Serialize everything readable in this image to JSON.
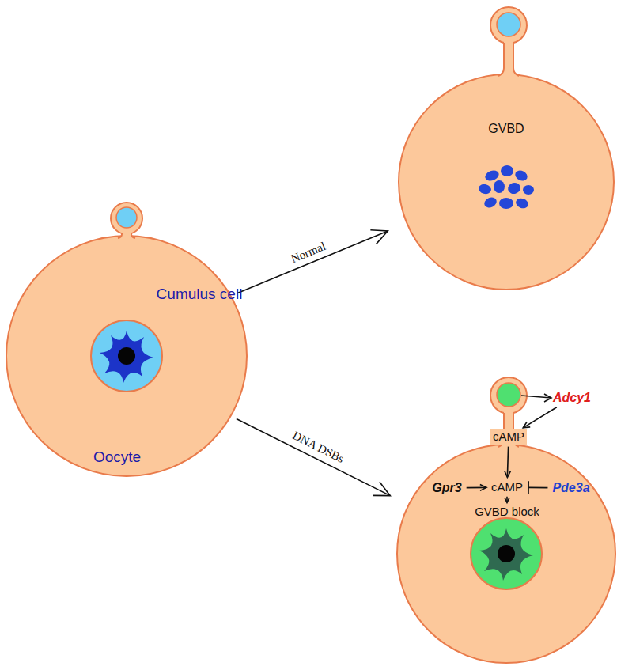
{
  "diagram": {
    "nodes": [
      {
        "text": [
          "Oocyte"
        ]
      },
      {
        "text": [
          "Cumulus cell"
        ]
      },
      {
        "text": [
          "GVBD"
        ]
      },
      {
        "text": []
      },
      {
        "text": [
          "Adcy1"
        ]
      },
      {
        "text": [
          "cAMP"
        ]
      },
      {
        "text": [
          "cAMP"
        ],
        "in": 3
      },
      {
        "text": [
          "Gpr3"
        ],
        "in": 3
      },
      {
        "text": [
          "Pde3a"
        ],
        "in": 3
      },
      {
        "text": [
          "GVBD block"
        ],
        "in": 3
      }
    ],
    "edges": [
      {
        "from": 0,
        "to": 2,
        "arrow": "to",
        "label": "Normal"
      },
      {
        "from": 0,
        "to": 3,
        "arrow": "to",
        "label": "DNA DSBs"
      },
      {
        "from": 4,
        "to": 5,
        "arrow": "to"
      },
      {
        "from": 5,
        "to": 6,
        "arrow": "to"
      },
      {
        "from": 7,
        "to": 6,
        "arrow": "to"
      },
      {
        "from": 8,
        "to": 6,
        "arrow": "none"
      },
      {
        "from": 6,
        "to": 9,
        "arrow": "to"
      }
    ]
  }
}
